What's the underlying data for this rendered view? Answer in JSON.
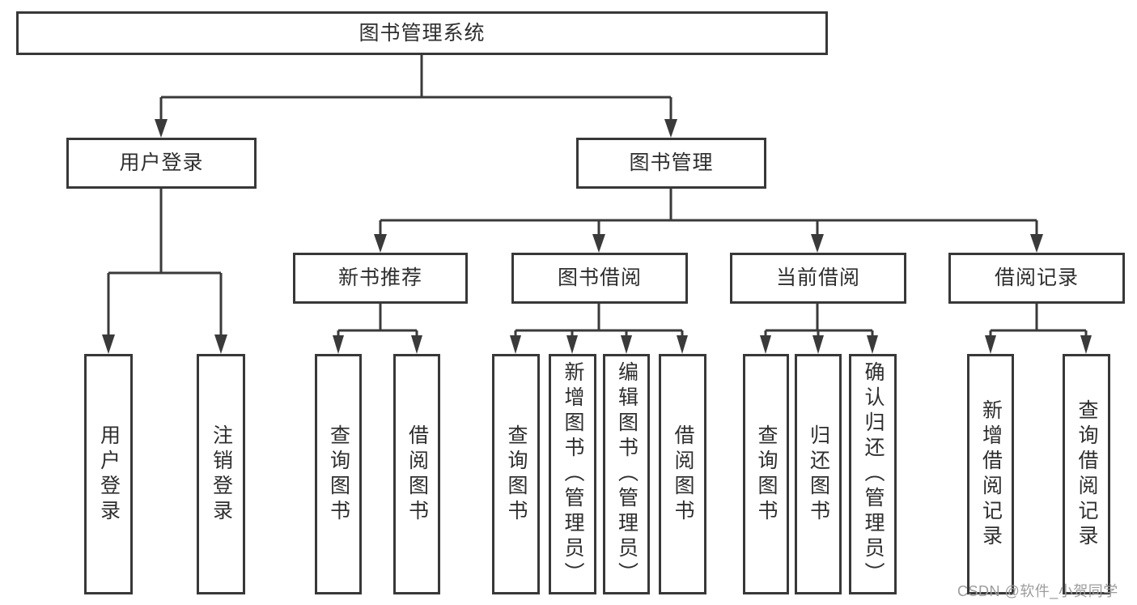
{
  "diagram": {
    "title": "图书管理系统",
    "branches": [
      {
        "label": "用户登录",
        "children": [
          {
            "label": "用户登录"
          },
          {
            "label": "注销登录"
          }
        ]
      },
      {
        "label": "图书管理",
        "children": [
          {
            "label": "新书推荐",
            "children": [
              {
                "label": "查询图书"
              },
              {
                "label": "借阅图书"
              }
            ]
          },
          {
            "label": "图书借阅",
            "children": [
              {
                "label": "查询图书"
              },
              {
                "label": "新增图书（管理员）"
              },
              {
                "label": "编辑图书（管理员）"
              },
              {
                "label": "借阅图书"
              }
            ]
          },
          {
            "label": "当前借阅",
            "children": [
              {
                "label": "查询图书"
              },
              {
                "label": "归还图书"
              },
              {
                "label": "确认归还（管理员）"
              }
            ]
          },
          {
            "label": "借阅记录",
            "children": [
              {
                "label": "新增借阅记录"
              },
              {
                "label": "查询借阅记录"
              }
            ]
          }
        ]
      }
    ]
  },
  "watermark": {
    "text": "CSDN @软件_小贺同学"
  },
  "colors": {
    "line": "#3a3a3a",
    "box_border": "#383838",
    "text": "#2e2e2e",
    "watermark": "#9c9c9c",
    "background": "#ffffff"
  }
}
